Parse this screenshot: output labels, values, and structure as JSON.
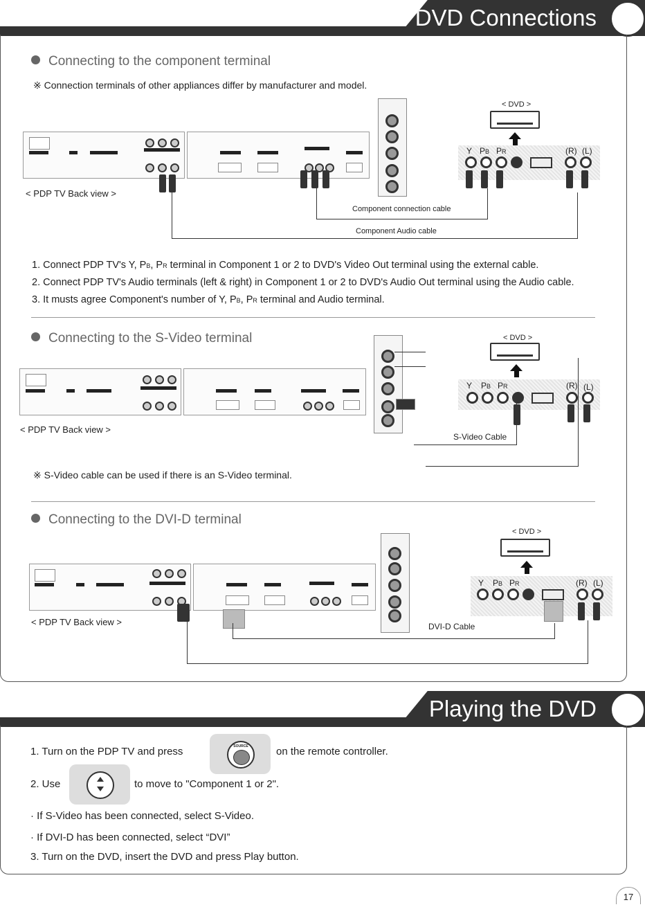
{
  "section1": {
    "title": "DVD Connections",
    "component": {
      "heading": "Connecting to the component terminal",
      "note": "※  Connection terminals of other appliances differ by manufacturer and model.",
      "tv_label": "< PDP TV Back view >",
      "dvd_label": "< DVD >",
      "jack_y": "Y",
      "jack_pb": "P",
      "jack_pb_sub": "B",
      "jack_pr": "P",
      "jack_pr_sub": "R",
      "jack_r": "(R)",
      "jack_l": "(L)",
      "cable1": "Component connection cable",
      "cable2": "Component Audio cable",
      "steps": [
        {
          "a": "1. Connect PDP TV's Y, P",
          "b": "B",
          "c": ", P",
          "d": "R",
          "e": " terminal in Component 1 or 2 to DVD's Video Out terminal using the external cable."
        },
        {
          "text": "2. Connect PDP TV's Audio terminals (left & right) in Component 1 or 2 to DVD's Audio Out terminal using the Audio cable."
        },
        {
          "a": "3. It musts agree Component's number of Y, P",
          "b": "B",
          "c": ", P",
          "d": "R",
          "e": " terminal and Audio terminal."
        }
      ]
    },
    "svideo": {
      "heading": "Connecting to the S-Video terminal",
      "tv_label": "< PDP TV Back view >",
      "dvd_label": "< DVD >",
      "cable": "S-Video Cable",
      "note": "※  S-Video cable can be used if there is an S-Video terminal."
    },
    "dvid": {
      "heading": "Connecting to the DVI-D terminal",
      "tv_label": "< PDP TV Back view >",
      "dvd_label": "< DVD >",
      "cable": "DVI-D Cable"
    }
  },
  "section2": {
    "title": "Playing the DVD",
    "step1_a": "1. Turn on the PDP TV and press",
    "step1_b": "on the remote controller.",
    "source_button": "SOURCE",
    "step2_a": "2. Use",
    "step2_b": "to move to \"Component 1 or 2\".",
    "bullet1": "·   If S-Video has been connected, select S-Video.",
    "bullet2": "·   If DVI-D has been connected, select “DVI”",
    "step3": "3. Turn on the DVD, insert the DVD and press Play button."
  },
  "page_number": "17"
}
